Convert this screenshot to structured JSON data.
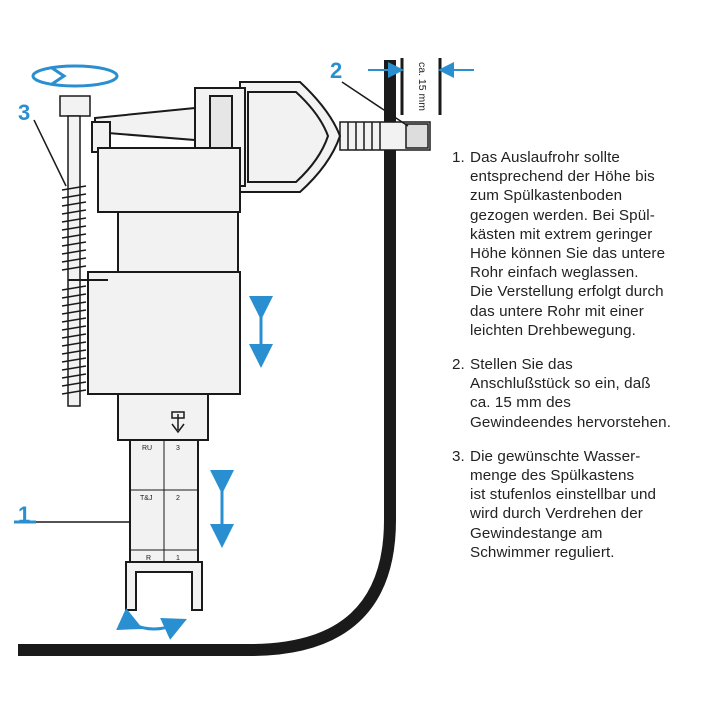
{
  "callouts": {
    "one": "1",
    "two": "2",
    "three": "3"
  },
  "gap_label": "ca. 15 mm",
  "tube_marks": {
    "upper_left": "RU",
    "upper_right": "3",
    "mid_left": "T&J",
    "mid_right": "2",
    "low_left": "R",
    "low_right": "1"
  },
  "steps": [
    {
      "number": "1.",
      "lines": [
        "Das Auslaufrohr sollte",
        "entsprechend der Höhe bis",
        "zum Spülkastenboden",
        "gezogen werden. Bei Spül-",
        "kästen mit extrem geringer",
        "Höhe können Sie das untere",
        "Rohr einfach weglassen.",
        "Die Verstellung erfolgt durch",
        "das untere Rohr mit einer",
        "leichten Drehbewegung."
      ]
    },
    {
      "number": "2.",
      "lines": [
        "Stellen Sie das",
        "Anschlußstück so ein, daß",
        "ca. 15 mm des",
        "Gewindeendes hervorstehen."
      ]
    },
    {
      "number": "3.",
      "lines": [
        "Die gewünschte Wasser-",
        "menge des Spülkastens",
        "ist stufenlos einstellbar und",
        "wird durch Verdrehen der",
        "Gewindestange am",
        "Schwimmer reguliert."
      ]
    }
  ],
  "colors": {
    "accent": "#2a8fd0",
    "line": "#1a1a1a",
    "tank_wall": "#1a1a1a",
    "valve_fill": "#f2f2f2"
  }
}
